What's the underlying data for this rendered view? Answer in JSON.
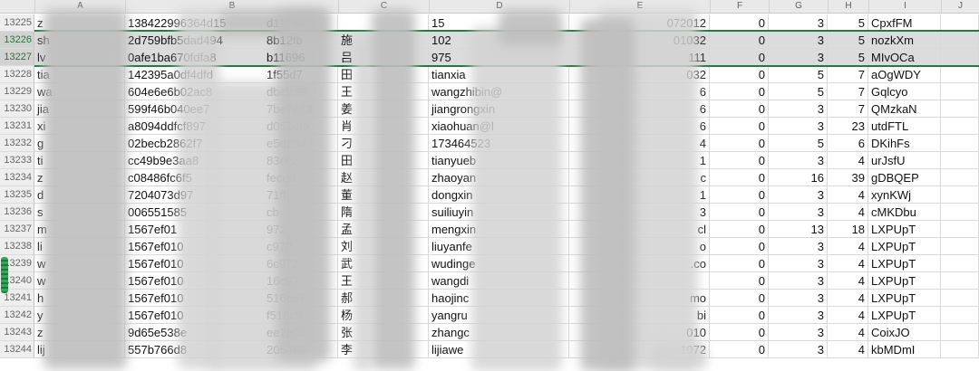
{
  "columns": [
    "A",
    "B",
    "C",
    "D",
    "E",
    "F",
    "G",
    "H",
    "I",
    "J"
  ],
  "rows": [
    {
      "n": "13225",
      "a": "z",
      "b": "138422996364d15",
      "b2": "d11794",
      "c": "",
      "d": "15",
      "e": "072012",
      "f": "0",
      "g": "3",
      "h": "5",
      "i": "CpxfFM",
      "sel": false
    },
    {
      "n": "13226",
      "a": "sh",
      "b": "2d759bfb5dad494",
      "b2": "8b12fb",
      "c": "施",
      "d": "102",
      "e": "01032",
      "f": "0",
      "g": "3",
      "h": "5",
      "i": "nozkXm",
      "sel": true
    },
    {
      "n": "13227",
      "a": "lv",
      "b": "0afe1ba670fdfa8",
      "b2": "b11696",
      "c": "吕",
      "d": "975",
      "e": "111",
      "f": "0",
      "g": "3",
      "h": "5",
      "i": "MIvOCa",
      "sel": true
    },
    {
      "n": "13228",
      "a": "tia",
      "b": "142395a0df4dfd",
      "b2": "1f55d7",
      "c": "田",
      "d": "tianxia",
      "e": "032",
      "f": "0",
      "g": "5",
      "h": "7",
      "i": "aOgWDY",
      "sel": false
    },
    {
      "n": "13229",
      "a": "wa",
      "b": "604e6e6b02ac8",
      "b2": "dbcfc39",
      "c": "王",
      "d": "wangzhibin@",
      "e": "6",
      "f": "0",
      "g": "5",
      "h": "7",
      "i": "Gqlcyo",
      "sel": false
    },
    {
      "n": "13230",
      "a": "jia",
      "b": "599f46b040ee7",
      "b2": "7be7e83",
      "c": "姜",
      "d": "jiangrongxin",
      "e": "6",
      "f": "0",
      "g": "3",
      "h": "7",
      "i": "QMzkaN",
      "sel": false
    },
    {
      "n": "13231",
      "a": "xi",
      "b": "a8094ddfcf897",
      "b2": "d051efb",
      "c": "肖",
      "d": "xiaohuan@l",
      "e": "6",
      "f": "0",
      "g": "3",
      "h": "23",
      "i": "utdFTL",
      "sel": false
    },
    {
      "n": "13232",
      "a": "g",
      "b": "02becb2862f7",
      "b2": "e5d20d",
      "c": "刁",
      "d": "173464523",
      "e": "4",
      "f": "0",
      "g": "5",
      "h": "6",
      "i": "DKihFs",
      "sel": false
    },
    {
      "n": "13233",
      "a": "ti",
      "b": "cc49b9e3aa8",
      "b2": "83ec2",
      "c": "田",
      "d": "tianyueb",
      "e": "1",
      "f": "0",
      "g": "3",
      "h": "4",
      "i": "urJsfU",
      "sel": false
    },
    {
      "n": "13234",
      "a": "z",
      "b": "c08486fc6f5",
      "b2": "fecd0",
      "c": "赵",
      "d": "zhaoyan",
      "e": "c",
      "f": "0",
      "g": "16",
      "h": "39",
      "i": "gDBQEP",
      "sel": false
    },
    {
      "n": "13235",
      "a": "d",
      "b": "7204073d97",
      "b2": "71ff",
      "c": "董",
      "d": "dongxin",
      "e": "1",
      "f": "0",
      "g": "3",
      "h": "4",
      "i": "xynKWj",
      "sel": false
    },
    {
      "n": "13236",
      "a": "s",
      "b": "006551585",
      "b2": "cb",
      "c": "隋",
      "d": "suiliuyin",
      "e": "3",
      "f": "0",
      "g": "3",
      "h": "4",
      "i": "cMKDbu",
      "sel": false
    },
    {
      "n": "13237",
      "a": "m",
      "b": "1567ef01",
      "b2": "972",
      "c": "孟",
      "d": "mengxin",
      "e": "cl",
      "f": "0",
      "g": "13",
      "h": "18",
      "i": "LXPUpT",
      "sel": false
    },
    {
      "n": "13238",
      "a": "li",
      "b": "1567ef010",
      "b2": "c972",
      "c": "刘",
      "d": "liuyanfe",
      "e": "o",
      "f": "0",
      "g": "3",
      "h": "4",
      "i": "LXPUpT",
      "sel": false
    },
    {
      "n": "13239",
      "a": "w",
      "b": "1567ef010",
      "b2": "6c972",
      "c": "武",
      "d": "wudinge",
      "e": ".co",
      "f": "0",
      "g": "3",
      "h": "4",
      "i": "LXPUpT",
      "sel": false
    },
    {
      "n": "13240",
      "a": "w",
      "b": "1567ef010",
      "b2": "16c97",
      "c": "王",
      "d": "wangdi",
      "e": "",
      "f": "0",
      "g": "3",
      "h": "4",
      "i": "LXPUpT",
      "sel": false
    },
    {
      "n": "13241",
      "a": "h",
      "b": "1567ef010",
      "b2": "516c97",
      "c": "郝",
      "d": "haojinc",
      "e": "mo",
      "f": "0",
      "g": "3",
      "h": "4",
      "i": "LXPUpT",
      "sel": false
    },
    {
      "n": "13242",
      "a": "y",
      "b": "1567ef010",
      "b2": "f516c9",
      "c": "杨",
      "d": "yangru",
      "e": "bi",
      "f": "0",
      "g": "3",
      "h": "4",
      "i": "LXPUpT",
      "sel": false
    },
    {
      "n": "13243",
      "a": "z",
      "b": "9d65e538e",
      "b2": "ee2b05",
      "c": "张",
      "d": "zhangc",
      "e": "010",
      "f": "0",
      "g": "3",
      "h": "4",
      "i": "CoixJO",
      "sel": false
    },
    {
      "n": "13244",
      "a": "lij",
      "b": "557b766d8",
      "b2": "205485",
      "c": "李",
      "d": "lijiawe",
      "e": "1072",
      "f": "0",
      "g": "3",
      "h": "4",
      "i": "kbMDmI",
      "sel": false
    }
  ]
}
